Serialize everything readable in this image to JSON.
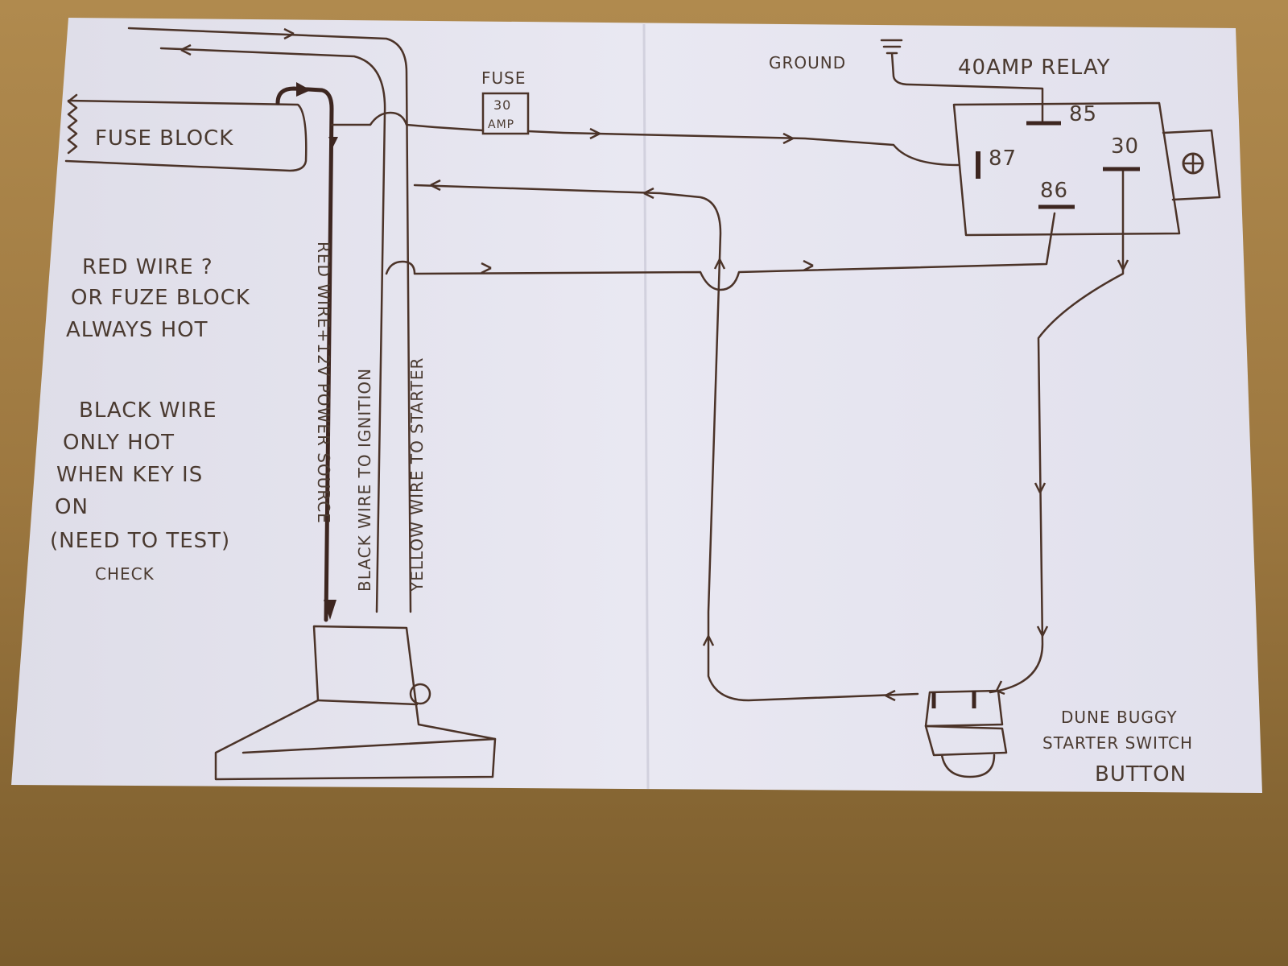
{
  "labels": {
    "ground": "GROUND",
    "relay_title": "40AMP RELAY",
    "pin_85": "85",
    "pin_87": "87",
    "pin_30": "30",
    "pin_86": "86",
    "fuse": "FUSE",
    "fuse_rating_1": "30",
    "fuse_rating_2": "AMP",
    "fuse_block": "FUSE BLOCK",
    "red_wire_label": "RED WIRE+12V POWER SOURCE",
    "black_wire_label": "BLACK WIRE TO IGNITION",
    "yellow_wire_label": "YELLOW WIRE TO STARTER",
    "switch_label": [
      "DUNE BUGGY",
      "STARTER SWITCH",
      "BUTTON"
    ]
  },
  "notes": {
    "red_wire": [
      "RED WIRE ?",
      "OR FUZE BLOCK",
      "ALWAYS HOT"
    ],
    "black_wire": [
      "BLACK WIRE",
      "ONLY HOT",
      "WHEN KEY IS",
      "ON",
      "(NEED TO TEST)",
      "CHECK"
    ]
  },
  "colors": {
    "ink": "#4b3328",
    "paper": "#e4e2ee",
    "wood": "#a57e45"
  }
}
